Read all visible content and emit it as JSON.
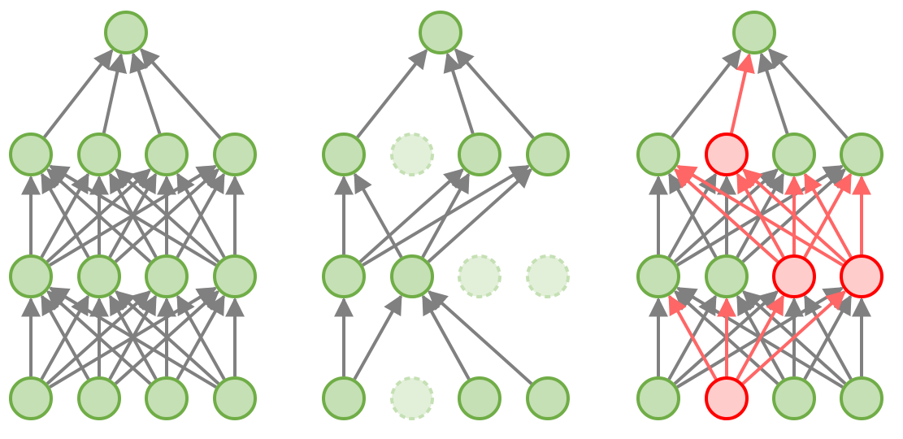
{
  "colors": {
    "node_fill": "#c5e0b4",
    "node_stroke": "#70ad47",
    "dropped_fill": "#e2f0d9",
    "dropped_stroke": "#c5e0b4",
    "highlight_fill": "#ffcccc",
    "highlight_stroke": "#ff0000",
    "edge": "#808080",
    "edge_highlight": "#ff6666",
    "edge_highlight_dark": "#dd3333"
  },
  "diagrams": [
    {
      "name": "full-network",
      "layers": [
        [
          "normal"
        ],
        [
          "normal",
          "normal",
          "normal",
          "normal"
        ],
        [
          "normal",
          "normal",
          "normal",
          "normal"
        ],
        [
          "normal",
          "normal",
          "normal",
          "normal"
        ]
      ],
      "edges": [
        [
          [
            0,
            0
          ],
          [
            0,
            1
          ],
          [
            0,
            2
          ],
          [
            0,
            3
          ],
          [
            1,
            0
          ],
          [
            1,
            1
          ],
          [
            1,
            2
          ],
          [
            1,
            3
          ],
          [
            2,
            0
          ],
          [
            2,
            1
          ],
          [
            2,
            2
          ],
          [
            2,
            3
          ],
          [
            3,
            0
          ],
          [
            3,
            1
          ],
          [
            3,
            2
          ],
          [
            3,
            3
          ]
        ],
        [
          [
            0,
            0
          ],
          [
            0,
            1
          ],
          [
            0,
            2
          ],
          [
            0,
            3
          ],
          [
            1,
            0
          ],
          [
            1,
            1
          ],
          [
            1,
            2
          ],
          [
            1,
            3
          ],
          [
            2,
            0
          ],
          [
            2,
            1
          ],
          [
            2,
            2
          ],
          [
            2,
            3
          ],
          [
            3,
            0
          ],
          [
            3,
            1
          ],
          [
            3,
            2
          ],
          [
            3,
            3
          ]
        ],
        [
          [
            0,
            0
          ],
          [
            1,
            0
          ],
          [
            2,
            0
          ],
          [
            3,
            0
          ]
        ]
      ]
    },
    {
      "name": "dropout-network",
      "layers": [
        [
          "normal"
        ],
        [
          "normal",
          "dropped",
          "normal",
          "normal"
        ],
        [
          "normal",
          "normal",
          "dropped",
          "dropped"
        ],
        [
          "normal",
          "dropped",
          "normal",
          "normal"
        ]
      ],
      "edges": [
        [
          [
            0,
            0
          ],
          [
            0,
            1
          ],
          [
            2,
            1
          ],
          [
            3,
            1
          ]
        ],
        [
          [
            0,
            0
          ],
          [
            0,
            2
          ],
          [
            0,
            3
          ],
          [
            1,
            0
          ],
          [
            1,
            2
          ],
          [
            1,
            3
          ]
        ],
        [
          [
            0,
            0
          ],
          [
            2,
            0
          ],
          [
            3,
            0
          ]
        ]
      ]
    },
    {
      "name": "highlighted-network",
      "layers": [
        [
          "normal"
        ],
        [
          "normal",
          "highlight",
          "normal",
          "normal"
        ],
        [
          "normal",
          "normal",
          "highlight",
          "highlight"
        ],
        [
          "normal",
          "highlight",
          "normal",
          "normal"
        ]
      ],
      "edges": [
        [
          [
            0,
            0
          ],
          [
            0,
            1
          ],
          [
            0,
            2
          ],
          [
            0,
            3
          ],
          [
            2,
            0
          ],
          [
            2,
            1
          ],
          [
            2,
            2
          ],
          [
            2,
            3
          ],
          [
            3,
            0
          ],
          [
            3,
            1
          ],
          [
            3,
            2
          ],
          [
            3,
            3
          ]
        ],
        [
          [
            0,
            0
          ],
          [
            0,
            1
          ],
          [
            0,
            2
          ],
          [
            0,
            3
          ],
          [
            1,
            0
          ],
          [
            1,
            1
          ],
          [
            1,
            2
          ],
          [
            1,
            3
          ]
        ],
        [
          [
            0,
            0
          ],
          [
            2,
            0
          ],
          [
            3,
            0
          ]
        ]
      ],
      "highlight_edges": [
        [
          [
            1,
            0
          ],
          [
            1,
            1
          ],
          [
            1,
            2
          ],
          [
            1,
            3
          ]
        ],
        [
          [
            2,
            0
          ],
          [
            2,
            1
          ],
          [
            2,
            2
          ],
          [
            2,
            3
          ],
          [
            3,
            0
          ],
          [
            3,
            1
          ],
          [
            3,
            2
          ],
          [
            3,
            3
          ]
        ],
        [
          [
            1,
            0
          ]
        ]
      ]
    }
  ]
}
